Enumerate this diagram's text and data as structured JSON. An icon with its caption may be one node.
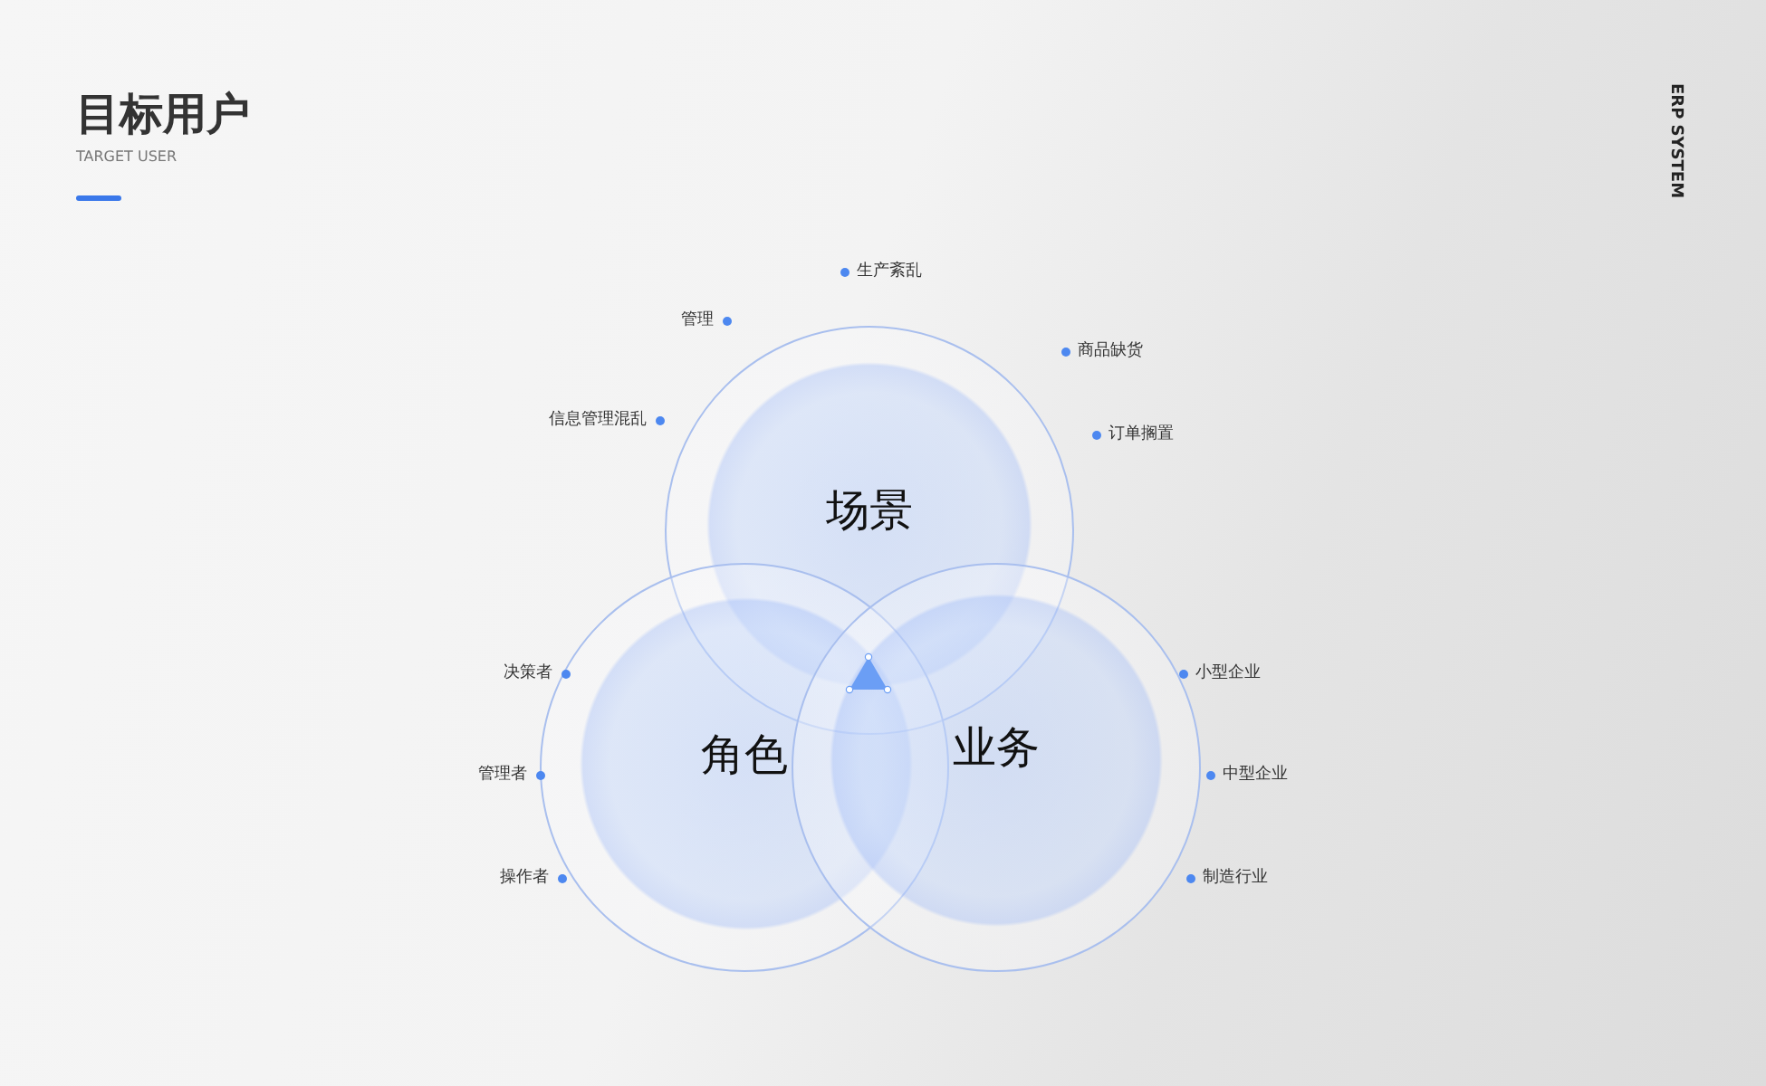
{
  "diagram": {
    "title": "目标用户",
    "nodes": [
      {
        "text": [
          "场景"
        ]
      },
      {
        "text": [
          "角色"
        ]
      },
      {
        "text": [
          "业务"
        ]
      }
    ],
    "labels": [
      "TARGET USER",
      "ERP SYSTEM",
      "生产紊乱",
      "管理",
      "商品缺货",
      "信息管理混乱",
      "订单搁置",
      "决策者",
      "小型企业",
      "管理者",
      "中型企业",
      "操作者",
      "制造行业"
    ]
  }
}
